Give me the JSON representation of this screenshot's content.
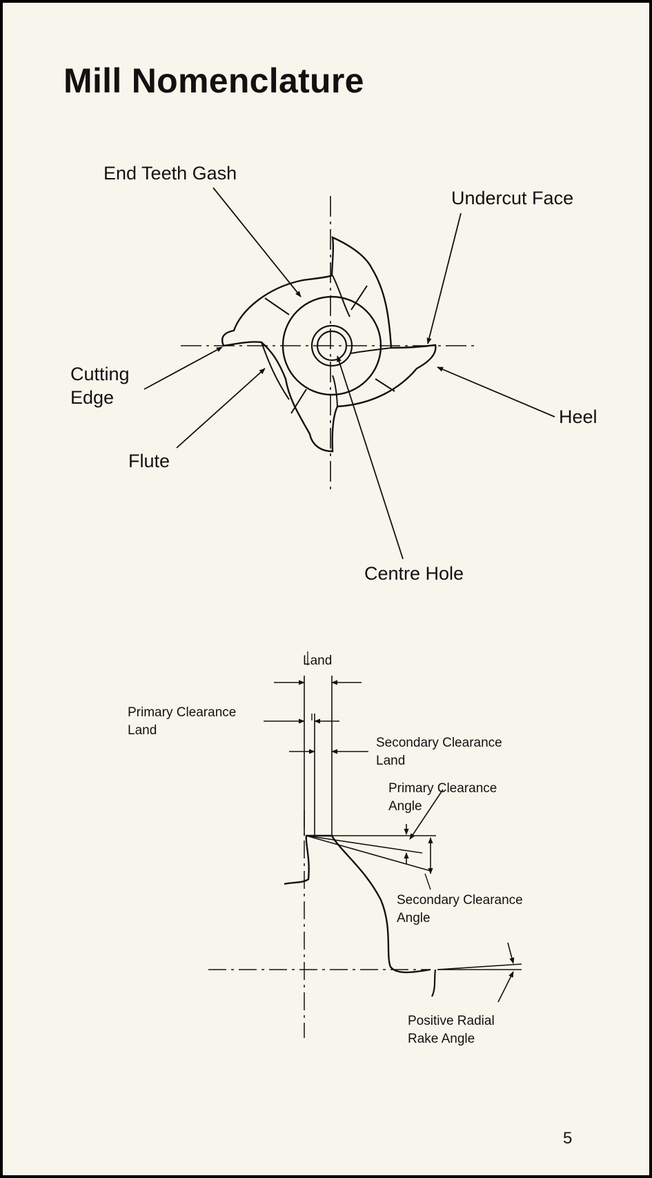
{
  "page": {
    "title": "Mill Nomenclature",
    "page_number": "5"
  },
  "cross_section": {
    "labels": {
      "end_teeth_gash": "End Teeth Gash",
      "undercut_face": "Undercut Face",
      "cutting_edge_1": "Cutting",
      "cutting_edge_2": "Edge",
      "flute": "Flute",
      "heel": "Heel",
      "centre_hole": "Centre Hole"
    }
  },
  "tooth_profile": {
    "labels": {
      "land": "Land",
      "primary_clearance_land_1": "Primary Clearance",
      "primary_clearance_land_2": "Land",
      "secondary_clearance_land_1": "Secondary Clearance",
      "secondary_clearance_land_2": "Land",
      "primary_clearance_angle_1": "Primary Clearance",
      "primary_clearance_angle_2": "Angle",
      "secondary_clearance_angle_1": "Secondary Clearance",
      "secondary_clearance_angle_2": "Angle",
      "positive_radial_rake_angle_1": "Positive Radial",
      "positive_radial_rake_angle_2": "Rake Angle"
    }
  },
  "colors": {
    "ink": "#111111",
    "paper": "#f8f6ec",
    "frame": "#000000"
  }
}
